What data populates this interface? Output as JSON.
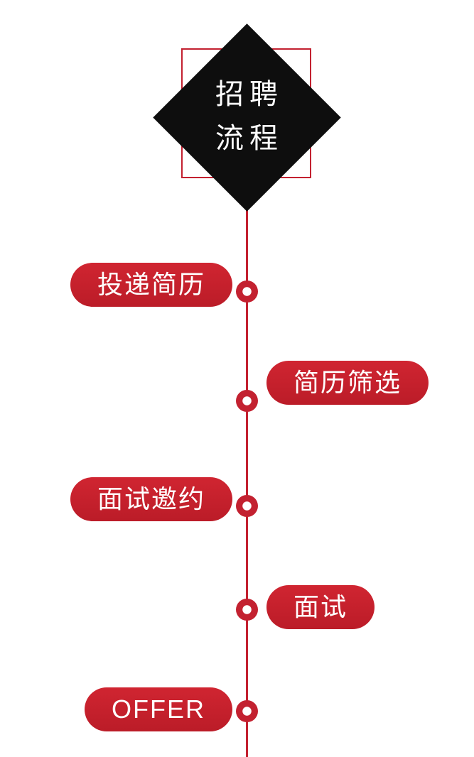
{
  "title": {
    "line1": "招聘",
    "line2": "流程"
  },
  "colors": {
    "accent_red": "#c32130",
    "diamond_black": "#0e0e0e",
    "text_on_accent": "#ffffff",
    "background": "#ffffff"
  },
  "steps": [
    {
      "label": "投递简历",
      "side": "left"
    },
    {
      "label": "简历筛选",
      "side": "right"
    },
    {
      "label": "面试邀约",
      "side": "left"
    },
    {
      "label": "面试",
      "side": "right"
    },
    {
      "label": "OFFER",
      "side": "left"
    }
  ]
}
